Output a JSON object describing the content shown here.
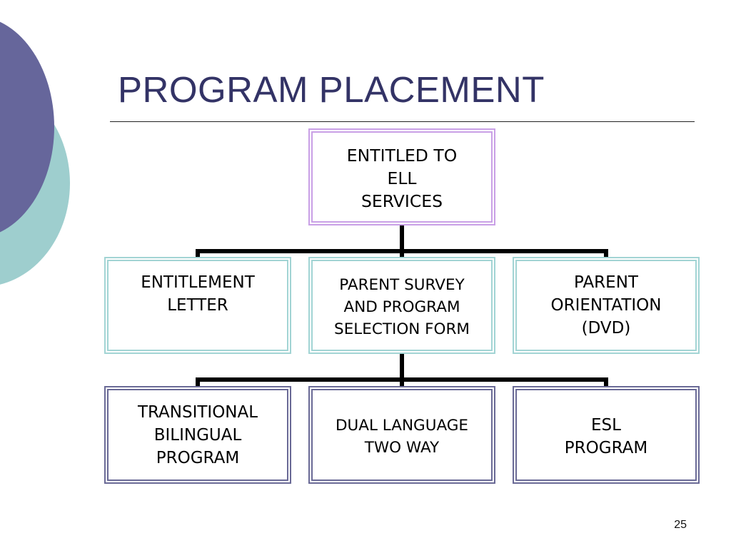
{
  "slide": {
    "title": "PROGRAM PLACEMENT",
    "page_number": "25"
  },
  "diagram": {
    "root": {
      "label": "ENTITLED TO\nELL\nSERVICES"
    },
    "level2": [
      {
        "label": "ENTITLEMENT\nLETTER"
      },
      {
        "label": "PARENT SURVEY\nAND PROGRAM\nSELECTION FORM"
      },
      {
        "label": "PARENT\nORIENTATION\n(DVD)"
      }
    ],
    "level3": [
      {
        "label": "TRANSITIONAL\nBILINGUAL\nPROGRAM"
      },
      {
        "label": "DUAL LANGUAGE\nTWO WAY"
      },
      {
        "label": "ESL\nPROGRAM"
      }
    ]
  },
  "colors": {
    "title": "#333366",
    "root_border": "#c9a0e6",
    "level2_border": "#a2d4d4",
    "level3_border": "#6a6a96",
    "connector": "#000000",
    "deco_purple": "#66669b",
    "deco_teal": "#9ecece"
  }
}
